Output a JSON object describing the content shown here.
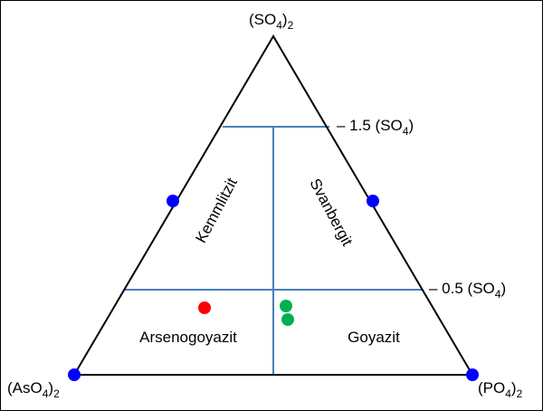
{
  "vertices": {
    "top": {
      "main": "(SO",
      "sub": "4",
      "close": ")",
      "sub2": "2"
    },
    "left": {
      "main": "(AsO",
      "sub": "4",
      "close": ")",
      "sub2": "2"
    },
    "right": {
      "main": "(PO",
      "sub": "4",
      "close": ")",
      "sub2": "2"
    }
  },
  "levels": [
    {
      "text": "– 1.5 (SO",
      "sub": "4",
      "close": ")"
    },
    {
      "text": "– 0.5 (SO",
      "sub": "4",
      "close": ")"
    }
  ],
  "regions": {
    "upper_left": "Kemmlitzit",
    "upper_right": "Svanbergit",
    "lower_left": "Arsenogoyazit",
    "lower_right": "Goyazit"
  },
  "colors": {
    "triangle": "#000000",
    "divider": "#4a7ebb",
    "vertex_marker": "#0000ff",
    "sample_red": "#ff0000",
    "sample_green": "#00b050"
  }
}
